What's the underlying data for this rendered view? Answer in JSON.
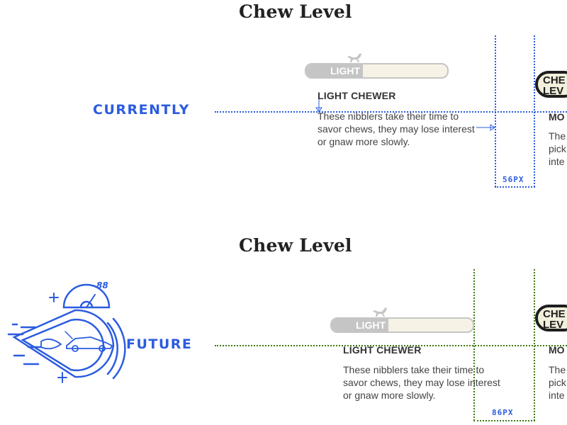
{
  "top": {
    "title": "Chew Level",
    "side_label": "CURRENTLY",
    "meter_label": "LIGHT",
    "chewer_title": "LIGHT CHEWER",
    "desc_lines": [
      "These nibblers take their time to",
      "savor chews, they may lose interest",
      "or gnaw more slowly."
    ],
    "badge_lines": [
      "CHE",
      "LEV"
    ],
    "next_title": "MO",
    "next_desc_lines": [
      "The",
      "pick",
      "inte"
    ],
    "spacing_label": "56PX"
  },
  "bottom": {
    "title": "Chew Level",
    "side_label": "FUTURE",
    "speed_number": "88",
    "meter_label": "LIGHT",
    "chewer_title": "LIGHT CHEWER",
    "desc_lines": [
      "These nibblers take their time to",
      "savor chews, they may lose interest",
      "or gnaw more slowly."
    ],
    "badge_lines": [
      "CHE",
      "LEV"
    ],
    "next_title": "MO",
    "next_desc_lines": [
      "The",
      "pick",
      "inte"
    ],
    "spacing_label": "86PX"
  },
  "colors": {
    "accent_blue": "#2b5ce0",
    "guide_green": "#3d7a12",
    "meter_grey": "#c5c5c5",
    "meter_track": "#f6f3e6",
    "title_dark": "#222222"
  },
  "icons": {
    "dog": "dog-icon",
    "future_car": "time-machine-car-icon",
    "speedometer": "speedometer-icon"
  }
}
